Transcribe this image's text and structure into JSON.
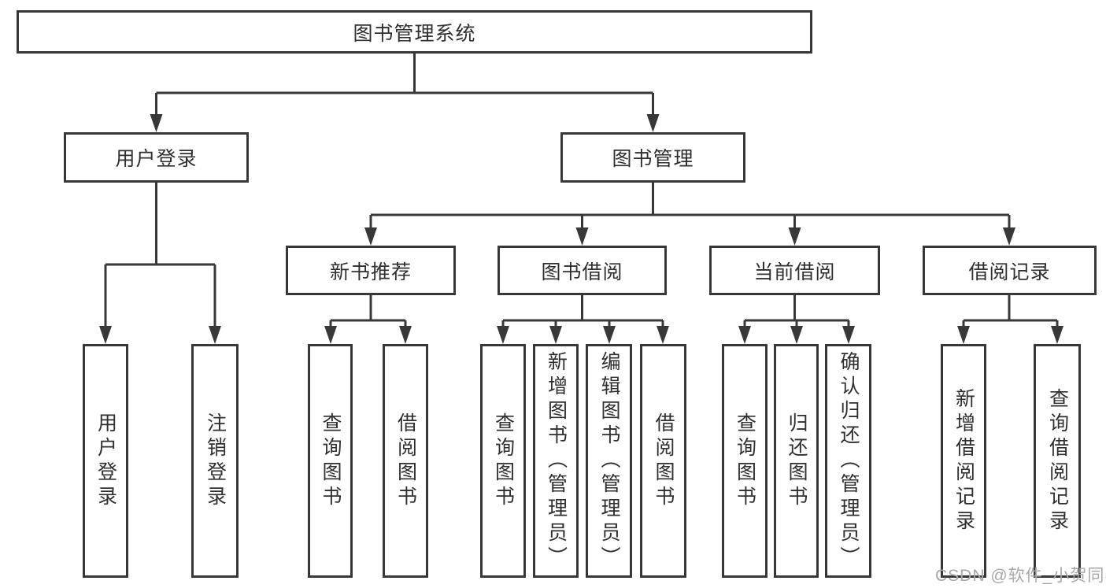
{
  "diagram": {
    "type": "hierarchy-tree",
    "orientation": "top-down",
    "line_color": "#383838",
    "box_border_color": "#383838",
    "box_fill_color": "#ffffff",
    "text_color": "#2f2f2f",
    "background_color": "#ffffff"
  },
  "tree": {
    "label": "图书管理系统",
    "children": [
      {
        "label": "用户登录",
        "children": [
          {
            "label": "用户登录"
          },
          {
            "label": "注销登录"
          }
        ]
      },
      {
        "label": "图书管理",
        "children": [
          {
            "label": "新书推荐",
            "children": [
              {
                "label": "查询图书"
              },
              {
                "label": "借阅图书"
              }
            ]
          },
          {
            "label": "图书借阅",
            "children": [
              {
                "label": "查询图书"
              },
              {
                "label": "新增图书（管理员）"
              },
              {
                "label": "编辑图书（管理员）"
              },
              {
                "label": "借阅图书"
              }
            ]
          },
          {
            "label": "当前借阅",
            "children": [
              {
                "label": "查询图书"
              },
              {
                "label": "归还图书"
              },
              {
                "label": "确认归还（管理员）"
              }
            ]
          },
          {
            "label": "借阅记录",
            "children": [
              {
                "label": "新增借阅记录"
              },
              {
                "label": "查询借阅记录"
              }
            ]
          }
        ]
      }
    ]
  },
  "watermark": {
    "text": "CSDN @软件_小贺同学",
    "color": "#a8a8a8"
  }
}
